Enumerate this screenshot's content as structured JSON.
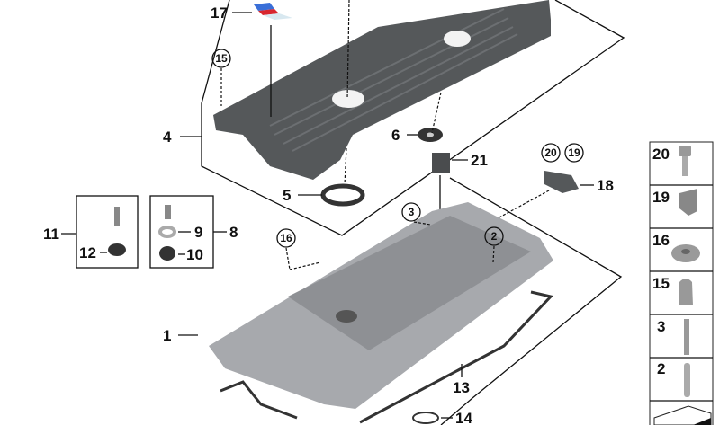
{
  "callouts": {
    "c1": "1",
    "c2": "2",
    "c3": "3",
    "c4": "4",
    "c5": "5",
    "c6": "6",
    "c8": "8",
    "c9": "9",
    "c10": "10",
    "c11": "11",
    "c12": "12",
    "c13": "13",
    "c14": "14",
    "c15": "15",
    "c16": "16",
    "c17": "17",
    "c18": "18",
    "c19": "19",
    "c20": "20",
    "c21": "21"
  },
  "sidebar": {
    "items": [
      {
        "label": "20",
        "icon": "bolt-icon"
      },
      {
        "label": "19",
        "icon": "clip-nut-icon"
      },
      {
        "label": "16",
        "icon": "rubber-grommet-icon"
      },
      {
        "label": "15",
        "icon": "cap-nut-icon"
      },
      {
        "label": "3",
        "icon": "stud-bolt-icon"
      },
      {
        "label": "2",
        "icon": "dowel-pin-icon"
      }
    ]
  },
  "colors": {
    "cover": "#55585a",
    "valve_cover": "#a7a9ad",
    "badge_blue": "#3a6fd8",
    "badge_red": "#d8262e"
  }
}
